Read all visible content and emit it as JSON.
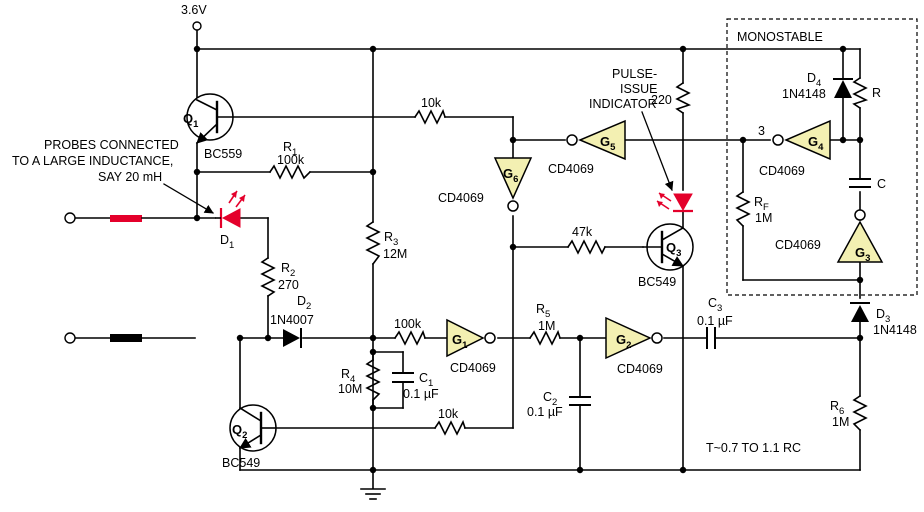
{
  "supply": {
    "voltage": "3.6V"
  },
  "labels": {
    "monostable": "MONOSTABLE",
    "probe_note": [
      "PROBES CONNECTED",
      "TO A LARGE INDUCTANCE,",
      "SAY 20 mH"
    ],
    "pulse_note": [
      "PULSE-",
      "ISSUE",
      "INDICATOR"
    ],
    "timing_formula": "T~0.7 TO 1.1 RC"
  },
  "transistors": {
    "q1": {
      "ref": "Q",
      "sub": "1",
      "part": "BC559"
    },
    "q2": {
      "ref": "Q",
      "sub": "2",
      "part": "BC549"
    },
    "q3": {
      "ref": "Q",
      "sub": "3",
      "part": "BC549"
    }
  },
  "resistors": {
    "r1": {
      "ref": "R",
      "sub": "1",
      "value": "100k"
    },
    "r2": {
      "ref": "R",
      "sub": "2",
      "value": "270"
    },
    "r3": {
      "ref": "R",
      "sub": "3",
      "value": "12M"
    },
    "r4": {
      "ref": "R",
      "sub": "4",
      "value": "10M"
    },
    "r5": {
      "ref": "R",
      "sub": "5",
      "value": "1M"
    },
    "r6": {
      "ref": "R",
      "sub": "6",
      "value": "1M"
    },
    "rf": {
      "ref": "R",
      "sub": "F",
      "value": "1M"
    },
    "r": {
      "ref": "R"
    },
    "q1_base": {
      "value": "10k"
    },
    "g1_in": {
      "value": "100k"
    },
    "q2_base": {
      "value": "10k"
    },
    "q3_base": {
      "value": "47k"
    },
    "led": {
      "value": "220"
    }
  },
  "capacitors": {
    "c1": {
      "ref": "C",
      "sub": "1",
      "value": "0.1 µF"
    },
    "c2": {
      "ref": "C",
      "sub": "2",
      "value": "0.1 µF"
    },
    "c3": {
      "ref": "C",
      "sub": "3",
      "value": "0.1 µF"
    },
    "c": {
      "ref": "C"
    }
  },
  "diodes": {
    "d1": {
      "ref": "D",
      "sub": "1"
    },
    "d2": {
      "ref": "D",
      "sub": "2",
      "part": "1N4007"
    },
    "d3": {
      "ref": "D",
      "sub": "3",
      "part": "1N4148"
    },
    "d4": {
      "ref": "D",
      "sub": "4",
      "part": "1N4148"
    }
  },
  "gates": {
    "g1": {
      "ref": "G",
      "sub": "1",
      "part": "CD4069"
    },
    "g2": {
      "ref": "G",
      "sub": "2",
      "part": "CD4069"
    },
    "g3": {
      "ref": "G",
      "sub": "3",
      "part": "CD4069"
    },
    "g4": {
      "ref": "G",
      "sub": "4",
      "part": "CD4069"
    },
    "g5": {
      "ref": "G",
      "sub": "5",
      "part": "CD4069"
    },
    "g6": {
      "ref": "G",
      "sub": "6",
      "part": "CD4069"
    }
  },
  "pins": {
    "g4_in": "3"
  },
  "colors": {
    "wire": "#000000",
    "gate_fill": "#f3f0b2",
    "led_red": "#e4002b",
    "probe_red": "#e4002b",
    "probe_black": "#000000"
  }
}
